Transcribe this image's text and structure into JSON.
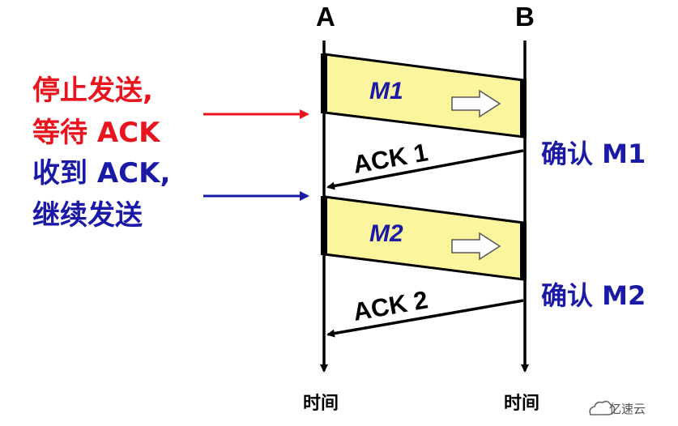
{
  "nodes": {
    "a": "A",
    "b": "B"
  },
  "time_labels": {
    "a": "时间",
    "b": "时间"
  },
  "frames": [
    {
      "label": "M1"
    },
    {
      "label": "M2"
    }
  ],
  "acks": [
    {
      "label": "ACK 1"
    },
    {
      "label": "ACK 2"
    }
  ],
  "confirm": {
    "m1": "确认 M1",
    "m2": "确认 M2"
  },
  "left_notes": {
    "stop_wait": [
      "停止发送,",
      "等待 ACK"
    ],
    "receive_continue": [
      "收到 ACK,",
      "继续发送"
    ]
  },
  "watermark": "亿速云",
  "colors": {
    "frame_fill": "#fbf59e",
    "red_note": "#e8141e",
    "blue_note": "#1a1aa6",
    "frame_text": "#1a1aa6",
    "line": "#000000"
  }
}
